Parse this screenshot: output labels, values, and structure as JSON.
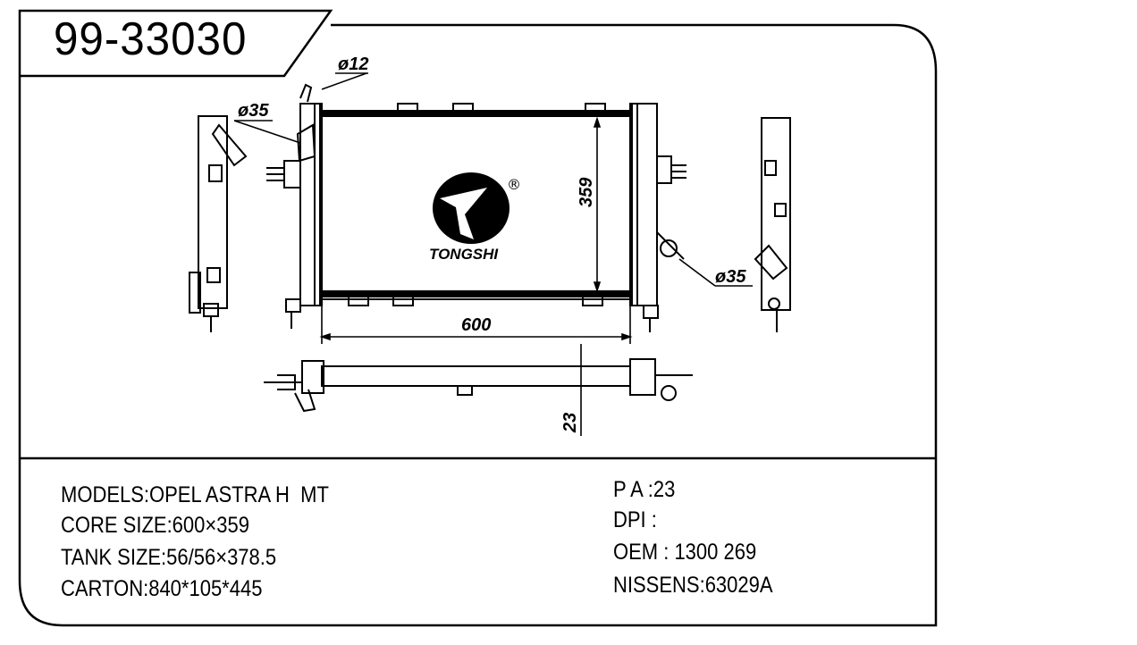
{
  "title": "99-33030",
  "drawing": {
    "dim_inlet_pipe": "ø12",
    "dim_left_pipe": "ø35",
    "dim_right_pipe": "ø35",
    "dim_core_height": "359",
    "dim_core_width": "600",
    "dim_core_thickness": "23",
    "logo_text": "TONGSHI",
    "logo_mark": "®"
  },
  "specs_left": [
    "MODELS:OPEL ASTRA H  MT",
    "CORE SIZE:600×359",
    "TANK SIZE:56/56×378.5",
    "CARTON:840*105*445"
  ],
  "specs_right": [
    "P A :23",
    "DPI :",
    "OEM : 1300 269",
    "NISSENS:63029A"
  ]
}
